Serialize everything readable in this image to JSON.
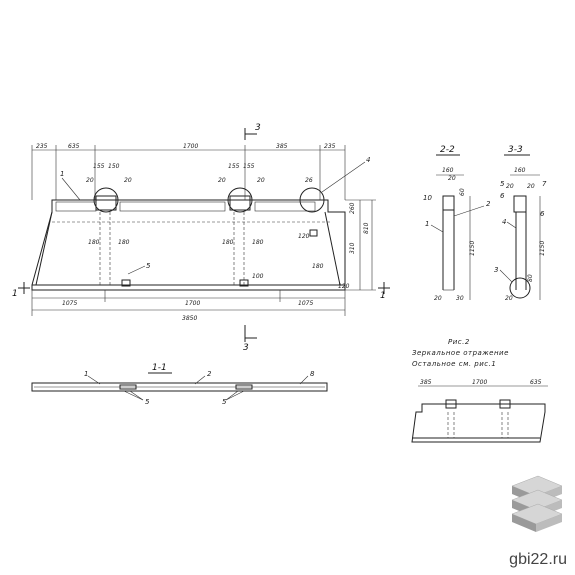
{
  "main_view": {
    "top_dims": [
      "235",
      "635",
      "1700",
      "385",
      "235"
    ],
    "bottom_dims": [
      "1075",
      "1700",
      "1075"
    ],
    "total_length": "3850",
    "right_dims": [
      "260",
      "310",
      "810"
    ],
    "gap_dims": [
      "155",
      "150",
      "20",
      "20",
      "155",
      "155",
      "20",
      "20"
    ],
    "inner_dims": [
      "180",
      "180",
      "180",
      "180"
    ],
    "small_dims": [
      "120",
      "100",
      "180",
      "120"
    ],
    "leaders": [
      "1",
      "5",
      "26",
      "4"
    ],
    "cut_marks": [
      "3",
      "3",
      "1",
      "1"
    ]
  },
  "section_11": {
    "title": "1-1",
    "leaders": [
      "1",
      "2",
      "8",
      "5",
      "5"
    ]
  },
  "section_22": {
    "title": "2-2",
    "dims": [
      "160",
      "60",
      "20",
      "1150",
      "20",
      "30"
    ],
    "leaders": [
      "10",
      "1",
      "2"
    ]
  },
  "section_33": {
    "title": "3-3",
    "dims": [
      "160",
      "20",
      "20",
      "1150",
      "20",
      "80"
    ],
    "leaders": [
      "5",
      "6",
      "7",
      "6",
      "4",
      "3"
    ]
  },
  "fig2": {
    "caption": [
      "Рис.2",
      "Зеркальное отражение",
      "Остальное  см. рис.1"
    ],
    "dims": [
      "385",
      "1700",
      "635"
    ]
  },
  "watermark": "gbi22.ru"
}
